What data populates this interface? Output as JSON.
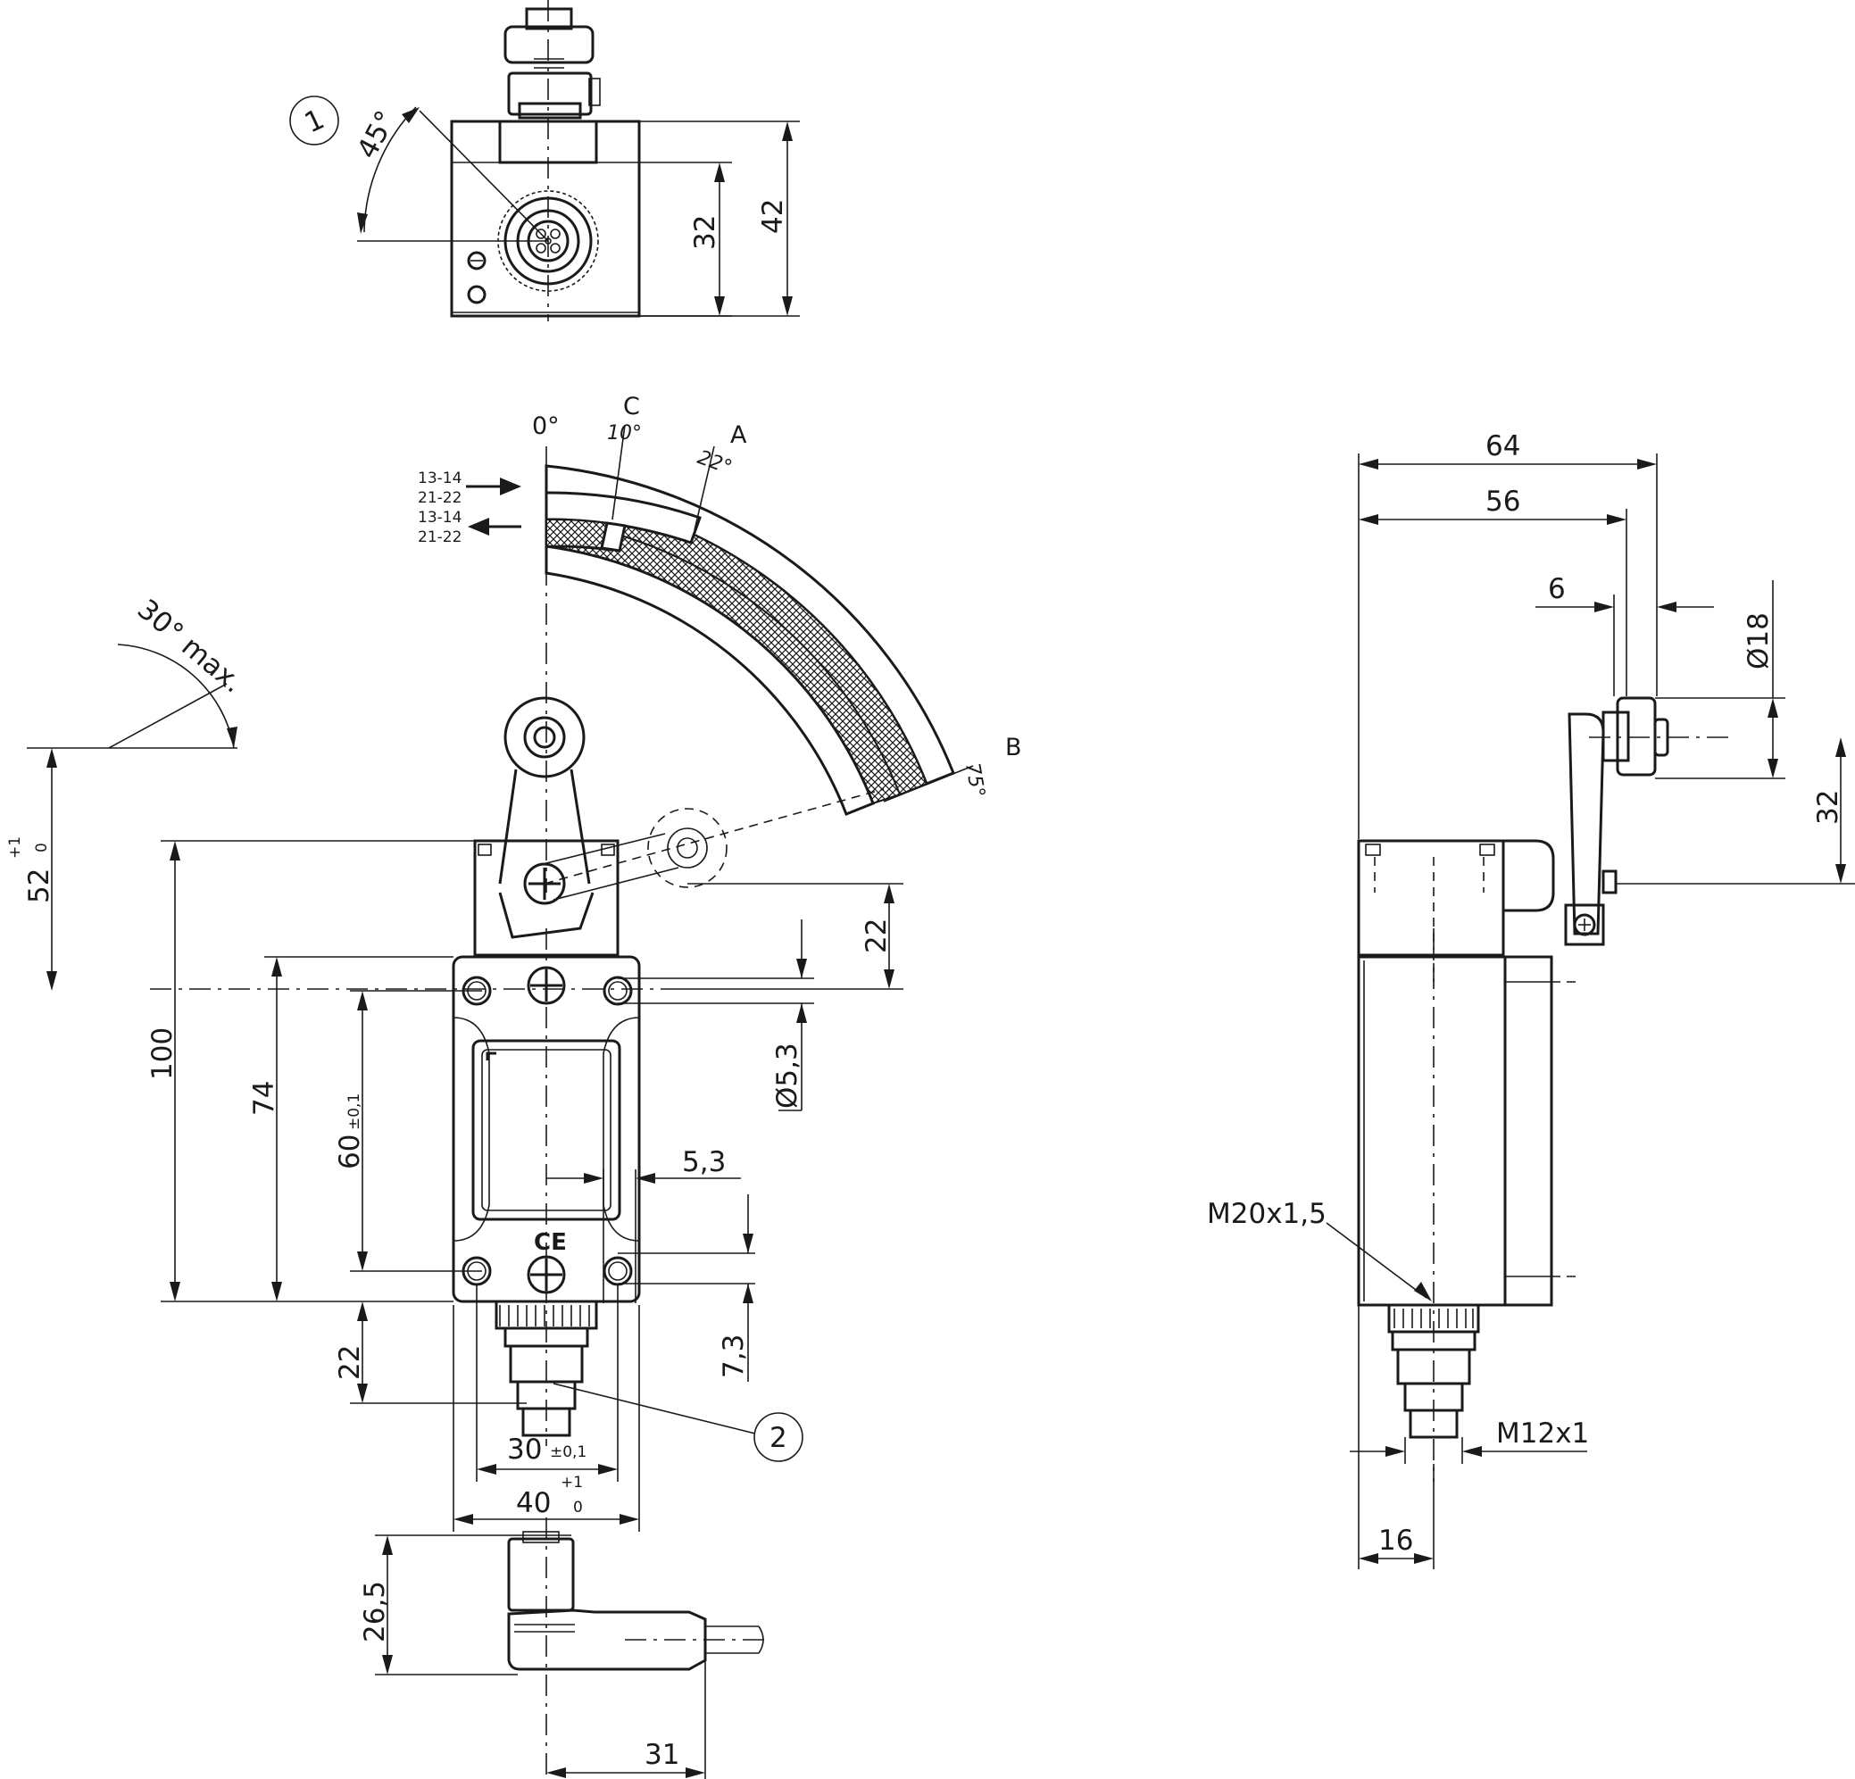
{
  "top_view": {
    "callout": "1",
    "angle": "45°",
    "dim_32": "32",
    "dim_42": "42"
  },
  "actuation": {
    "angle_0": "0°",
    "label_c": "C",
    "angle_10": "10°",
    "label_a": "A",
    "angle_22": "22°",
    "label_b": "B",
    "angle_75": "75°",
    "contacts": [
      "13-14",
      "21-22",
      "13-14",
      "21-22"
    ]
  },
  "front_view": {
    "lever_angle": "30° max.",
    "dim_52": "52",
    "tol_52_upper": "+1",
    "tol_52_lower": "0",
    "dim_100": "100",
    "dim_74": "74",
    "dim_60": "60",
    "tol_60": "±0,1",
    "dim_22_top": "22",
    "dim_hole": "Ø5,3",
    "dim_53": "5,3",
    "dim_73": "7,3",
    "dim_22_bottom": "22",
    "callout": "2",
    "dim_30": "30",
    "tol_30": "±0,1",
    "dim_40": "40",
    "tol_40_upper": "+1",
    "tol_40_lower": "0",
    "dim_265": "26,5",
    "dim_31": "31"
  },
  "side_view": {
    "dim_64": "64",
    "dim_56": "56",
    "dim_6": "6",
    "dim_d18": "Ø18",
    "dim_32": "32",
    "thread_m20": "M20x1,5",
    "thread_m12": "M12x1",
    "dim_16": "16"
  }
}
